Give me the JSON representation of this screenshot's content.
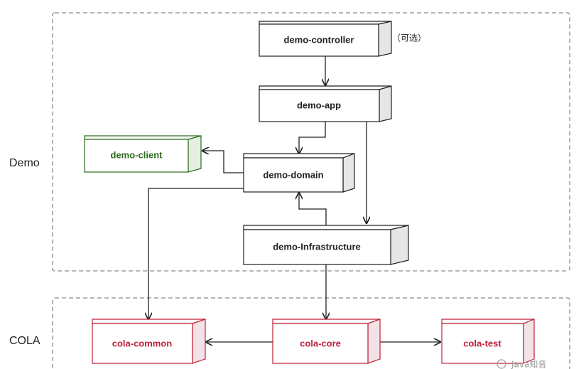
{
  "groups": {
    "demo": {
      "label": "Demo"
    },
    "cola": {
      "label": "COLA"
    }
  },
  "nodes": {
    "controller": {
      "label": "demo-controller",
      "note": "（可选）"
    },
    "app": {
      "label": "demo-app"
    },
    "client": {
      "label": "demo-client"
    },
    "domain": {
      "label": "demo-domain"
    },
    "infra": {
      "label": "demo-Infrastructure"
    },
    "common": {
      "label": "cola-common"
    },
    "core": {
      "label": "cola-core"
    },
    "test": {
      "label": "cola-test"
    }
  },
  "colors": {
    "default_border": "#222222",
    "client_border": "#2e6b1f",
    "client_text": "#2e6b1f",
    "cola_border": "#c0213a",
    "cola_text": "#c0213a",
    "side_fill": "#e6e6e6",
    "group_border": "#8a8a8a"
  },
  "watermark": {
    "text": "Java知音"
  }
}
